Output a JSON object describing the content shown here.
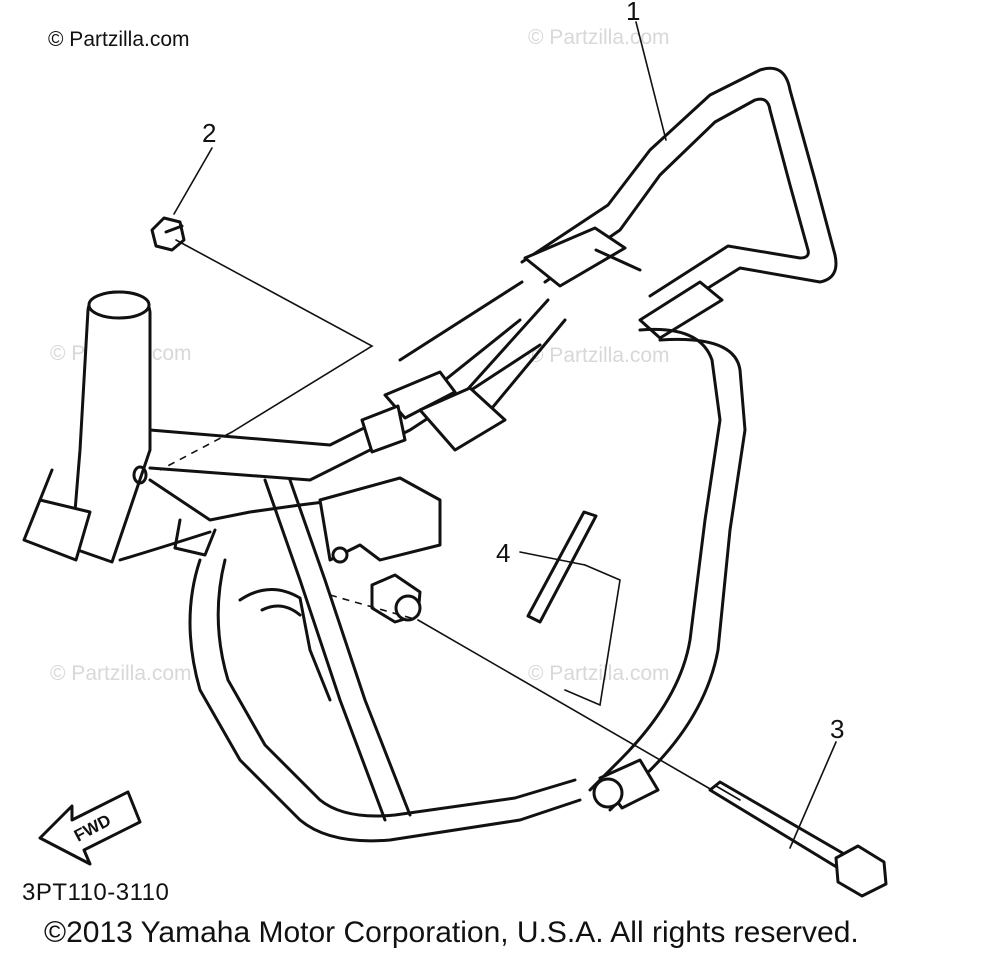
{
  "watermark": "© Partzilla.com",
  "part_code": "3PT110-3110",
  "copyright": "©2013 Yamaha Motor Corporation, U.S.A. All rights reserved.",
  "fwd_label": "FWD",
  "callouts": [
    {
      "id": "1",
      "label": "1"
    },
    {
      "id": "2",
      "label": "2"
    },
    {
      "id": "3",
      "label": "3"
    },
    {
      "id": "4",
      "label": "4"
    }
  ]
}
